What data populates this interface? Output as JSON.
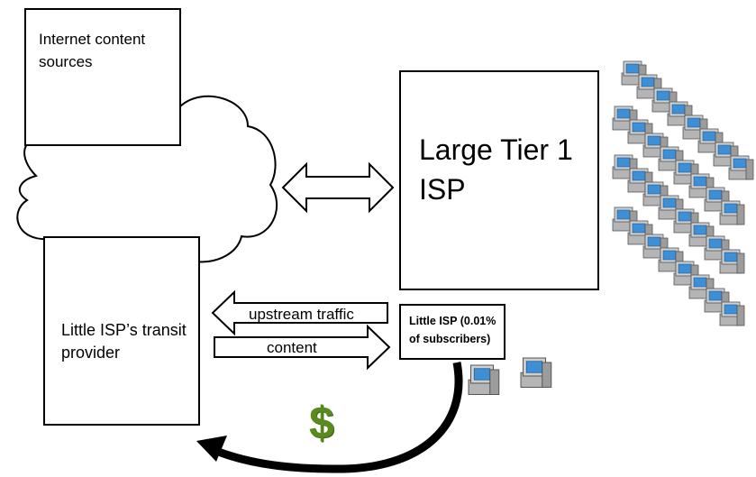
{
  "labels": {
    "content_sources": "Internet content sources",
    "tier1": "Large Tier 1 ISP",
    "transit": "Little ISP’s transit provider",
    "little_isp": "Little ISP (0.01% of subscribers)",
    "upstream": "upstream traffic",
    "content": "content",
    "payment": "$"
  },
  "colors": {
    "payment": "#5a8a1e",
    "computer_body": "#c9c9c9",
    "computer_screen": "#3d8fd6"
  },
  "icons": {
    "cloud": "cloud-icon",
    "computer": "computer-icon",
    "payment_arrow": "curved-arrow-icon"
  }
}
